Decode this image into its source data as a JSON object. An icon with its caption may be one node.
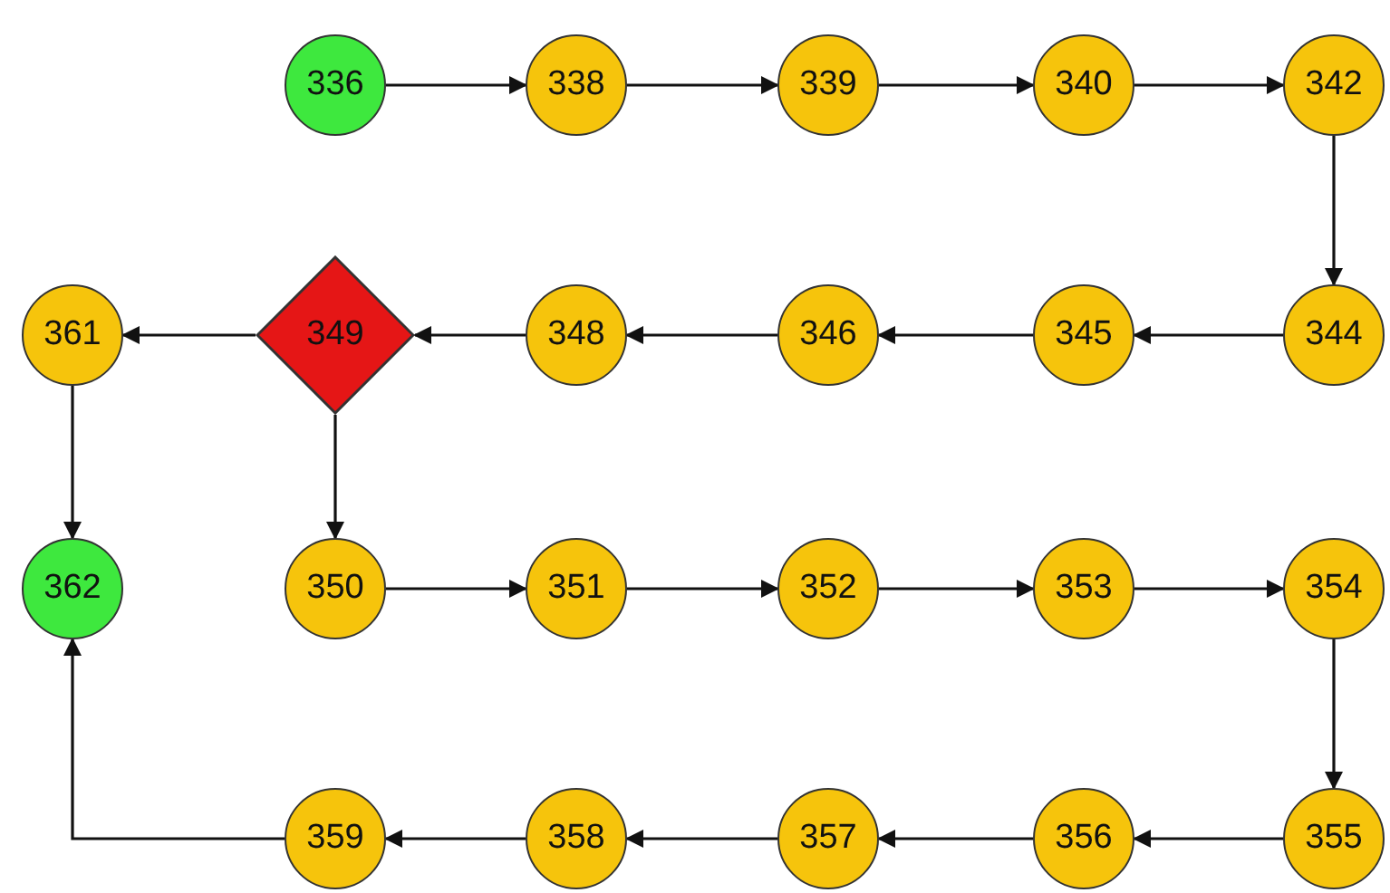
{
  "diagram": {
    "nodes": [
      {
        "text": [
          "336"
        ]
      },
      {
        "text": [
          "338"
        ]
      },
      {
        "text": [
          "339"
        ]
      },
      {
        "text": [
          "340"
        ]
      },
      {
        "text": [
          "342"
        ]
      },
      {
        "text": [
          "361"
        ]
      },
      {
        "text": [
          "349"
        ]
      },
      {
        "text": [
          "348"
        ]
      },
      {
        "text": [
          "346"
        ]
      },
      {
        "text": [
          "345"
        ]
      },
      {
        "text": [
          "344"
        ]
      },
      {
        "text": [
          "362"
        ]
      },
      {
        "text": [
          "350"
        ]
      },
      {
        "text": [
          "351"
        ]
      },
      {
        "text": [
          "352"
        ]
      },
      {
        "text": [
          "353"
        ]
      },
      {
        "text": [
          "354"
        ]
      },
      {
        "text": [
          "359"
        ]
      },
      {
        "text": [
          "358"
        ]
      },
      {
        "text": [
          "357"
        ]
      },
      {
        "text": [
          "356"
        ]
      },
      {
        "text": [
          "355"
        ]
      }
    ],
    "edges": [
      {
        "from": 0,
        "to": 1,
        "arrow": "to"
      },
      {
        "from": 1,
        "to": 2,
        "arrow": "to"
      },
      {
        "from": 2,
        "to": 3,
        "arrow": "to"
      },
      {
        "from": 3,
        "to": 4,
        "arrow": "to"
      },
      {
        "from": 4,
        "to": 10,
        "arrow": "to"
      },
      {
        "from": 10,
        "to": 9,
        "arrow": "to"
      },
      {
        "from": 9,
        "to": 8,
        "arrow": "to"
      },
      {
        "from": 8,
        "to": 7,
        "arrow": "to"
      },
      {
        "from": 7,
        "to": 6,
        "arrow": "to"
      },
      {
        "from": 6,
        "to": 5,
        "arrow": "to"
      },
      {
        "from": 5,
        "to": 11,
        "arrow": "to"
      },
      {
        "from": 6,
        "to": 12,
        "arrow": "to"
      },
      {
        "from": 12,
        "to": 13,
        "arrow": "to"
      },
      {
        "from": 13,
        "to": 14,
        "arrow": "to"
      },
      {
        "from": 14,
        "to": 15,
        "arrow": "to"
      },
      {
        "from": 15,
        "to": 16,
        "arrow": "to"
      },
      {
        "from": 16,
        "to": 21,
        "arrow": "to"
      },
      {
        "from": 21,
        "to": 20,
        "arrow": "to"
      },
      {
        "from": 20,
        "to": 19,
        "arrow": "to"
      },
      {
        "from": 19,
        "to": 18,
        "arrow": "to"
      },
      {
        "from": 18,
        "to": 17,
        "arrow": "to"
      },
      {
        "from": 17,
        "to": 11,
        "arrow": "to"
      }
    ]
  }
}
